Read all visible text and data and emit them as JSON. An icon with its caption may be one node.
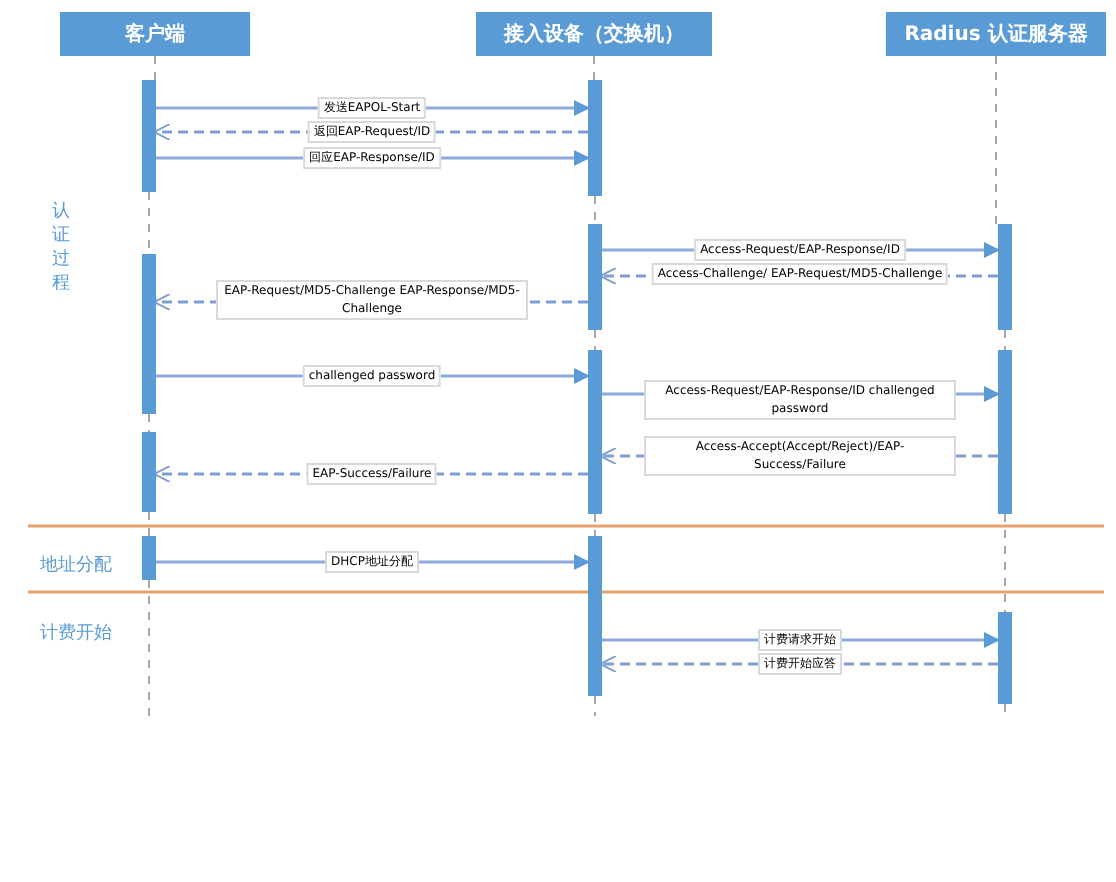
{
  "diagram": {
    "nodes": [
      {
        "text": [
          "客户端"
        ]
      },
      {
        "text": [
          "接入设备（交换机）"
        ]
      },
      {
        "text": [
          "Radius 认证服务器"
        ]
      },
      {
        "text": [],
        "shape": "bar"
      },
      {
        "text": [],
        "shape": "bar"
      },
      {
        "text": [],
        "shape": "bar"
      },
      {
        "text": [],
        "shape": "bar"
      },
      {
        "text": [],
        "shape": "bar"
      },
      {
        "text": [],
        "shape": "bar"
      },
      {
        "text": [],
        "shape": "bar"
      },
      {
        "text": [],
        "shape": "bar"
      },
      {
        "text": [],
        "shape": "bar"
      },
      {
        "text": [],
        "shape": "bar"
      },
      {
        "text": [],
        "shape": "bar"
      }
    ],
    "edges": [
      {
        "from": 3,
        "to": 7,
        "arrow": "to",
        "label": "发送EAPOL-Start"
      },
      {
        "from": 7,
        "to": 3,
        "arrow": "to",
        "style": "dashed",
        "label": "返回EAP-Request/ID"
      },
      {
        "from": 3,
        "to": 7,
        "arrow": "to",
        "label": "回应EAP-Response/ID"
      },
      {
        "from": 8,
        "to": 11,
        "arrow": "to",
        "label": "Access-Request/EAP-Response/ID"
      },
      {
        "from": 11,
        "to": 8,
        "arrow": "to",
        "style": "dashed",
        "label": "Access-Challenge/ EAP-Request/MD5-Challenge"
      },
      {
        "from": 8,
        "to": 4,
        "arrow": "to",
        "style": "dashed",
        "label": "EAP-Request/MD5-Challenge EAP-Response/MD5-Challenge"
      },
      {
        "from": 4,
        "to": 9,
        "arrow": "to",
        "label": "challenged password"
      },
      {
        "from": 9,
        "to": 12,
        "arrow": "to",
        "label": "Access-Request/EAP-Response/ID challenged password"
      },
      {
        "from": 12,
        "to": 9,
        "arrow": "to",
        "style": "dashed",
        "label": "Access-Accept(Accept/Reject)/EAP-Success/Failure"
      },
      {
        "from": 9,
        "to": 5,
        "arrow": "to",
        "style": "dashed",
        "label": "EAP-Success/Failure"
      },
      {
        "from": 6,
        "to": 10,
        "arrow": "to",
        "label": "DHCP地址分配"
      },
      {
        "from": 10,
        "to": 13,
        "arrow": "to",
        "label": "计费请求开始"
      },
      {
        "from": 13,
        "to": 10,
        "arrow": "to",
        "style": "dashed",
        "label": "计费开始应答"
      },
      {
        "from": 0,
        "to": 3,
        "arrow": "none",
        "style": "dashed",
        "color": "#a6a6a6"
      },
      {
        "from": 3,
        "to": 4,
        "arrow": "none",
        "style": "dashed",
        "color": "#a6a6a6"
      },
      {
        "from": 4,
        "to": 5,
        "arrow": "none",
        "style": "dashed",
        "color": "#a6a6a6"
      },
      {
        "from": 5,
        "to": 6,
        "arrow": "none",
        "style": "dashed",
        "color": "#a6a6a6"
      },
      {
        "from": 6,
        "to": null,
        "arrow": "none",
        "style": "dashed",
        "color": "#a6a6a6"
      },
      {
        "from": 1,
        "to": 7,
        "arrow": "none",
        "style": "dashed",
        "color": "#a6a6a6"
      },
      {
        "from": 7,
        "to": 8,
        "arrow": "none",
        "style": "dashed",
        "color": "#a6a6a6"
      },
      {
        "from": 8,
        "to": 9,
        "arrow": "none",
        "style": "dashed",
        "color": "#a6a6a6"
      },
      {
        "from": 9,
        "to": 10,
        "arrow": "none",
        "style": "dashed",
        "color": "#a6a6a6"
      },
      {
        "from": 10,
        "to": null,
        "arrow": "none",
        "style": "dashed",
        "color": "#a6a6a6"
      },
      {
        "from": 2,
        "to": 11,
        "arrow": "none",
        "style": "dashed",
        "color": "#a6a6a6"
      },
      {
        "from": 11,
        "to": 12,
        "arrow": "none",
        "style": "dashed",
        "color": "#a6a6a6"
      },
      {
        "from": 12,
        "to": 13,
        "arrow": "none",
        "style": "dashed",
        "color": "#a6a6a6"
      },
      {
        "from": 13,
        "to": null,
        "arrow": "none",
        "style": "dashed",
        "color": "#a6a6a6"
      }
    ],
    "labels": [
      "认证过程",
      "地址分配",
      "计费开始"
    ]
  }
}
